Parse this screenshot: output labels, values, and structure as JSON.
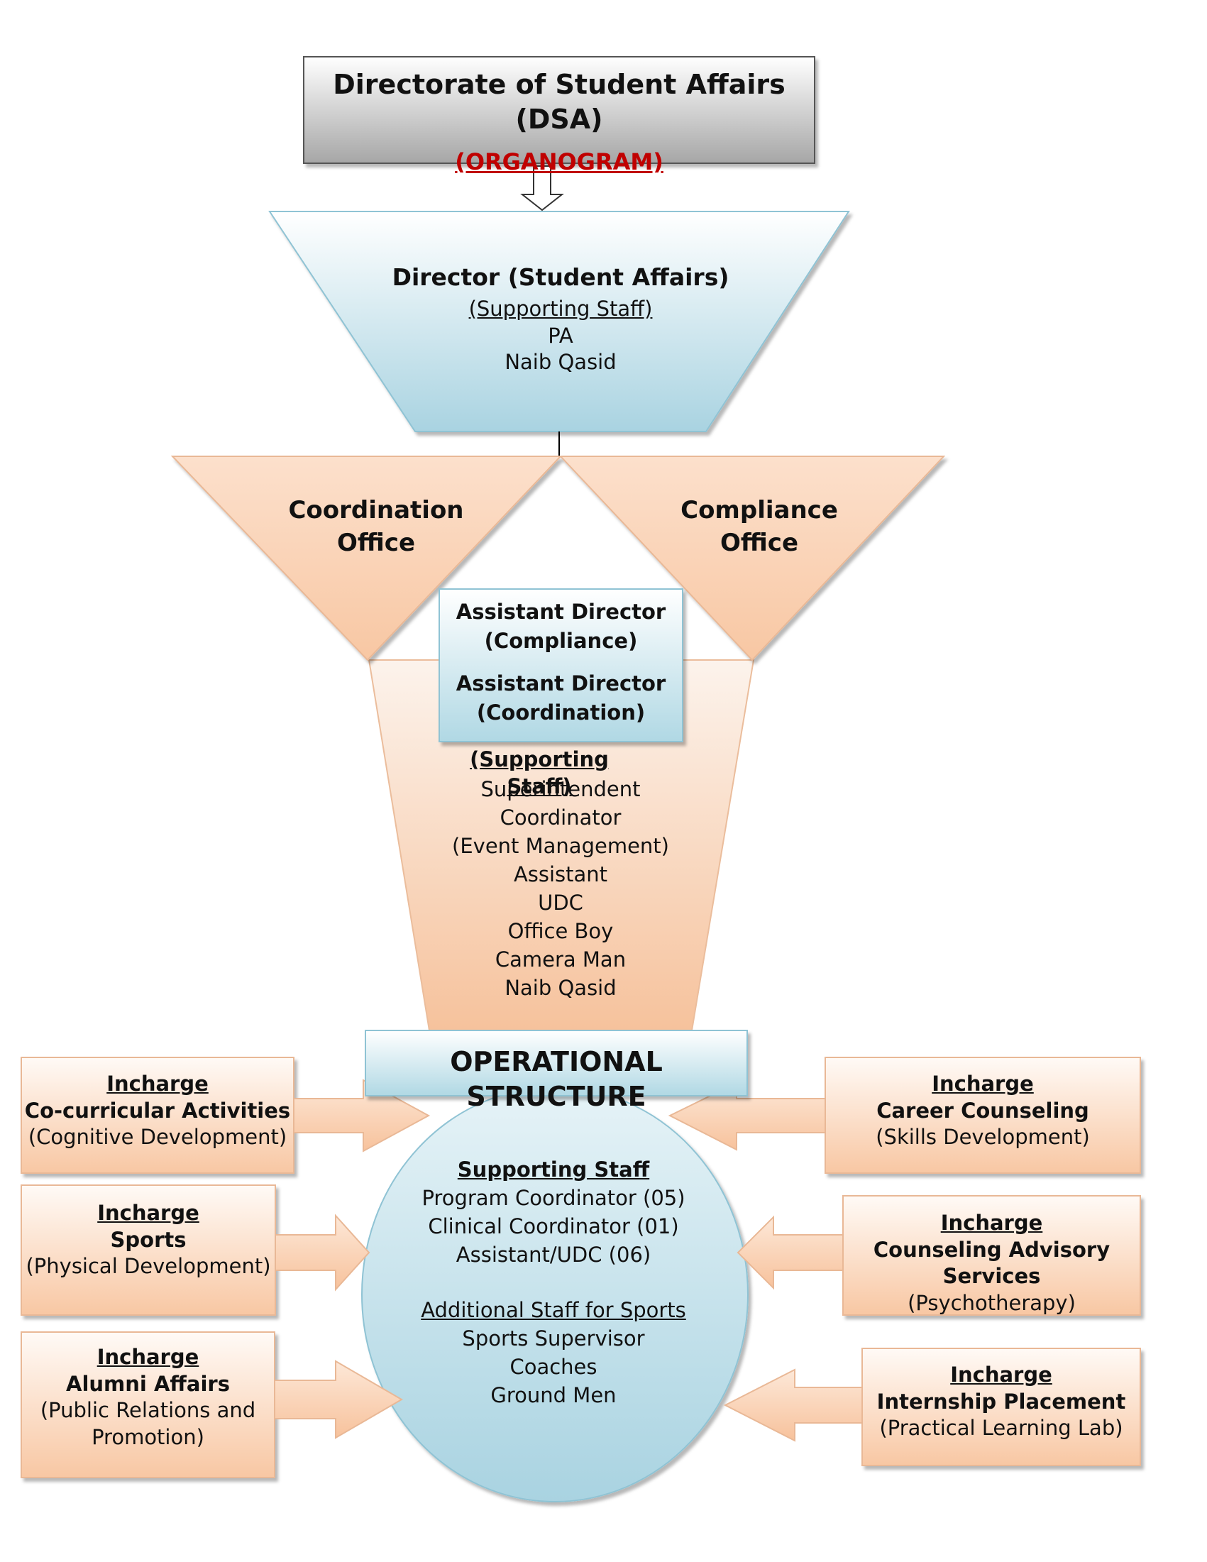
{
  "header": {
    "title": "Directorate of Student Affairs (DSA)",
    "subtitle": "(ORGANOGRAM)"
  },
  "director": {
    "title": "Director (Student Affairs)",
    "staff_heading": "(Supporting Staff)",
    "staff": [
      "PA",
      "Naib Qasid"
    ]
  },
  "coordination_office": {
    "line1": "Coordination",
    "line2": "Office"
  },
  "compliance_office": {
    "line1": "Compliance",
    "line2": "Office"
  },
  "assistant_directors": {
    "ad1_line1": "Assistant Director",
    "ad1_line2": "(Compliance)",
    "ad2_line1": "Assistant Director",
    "ad2_line2": "(Coordination)"
  },
  "office_staff": {
    "heading": "(Supporting Staff)",
    "items": [
      "Superintendent",
      "Coordinator",
      "(Event Management)",
      "Assistant",
      "UDC",
      "Office Boy",
      "Camera Man",
      "Naib Qasid"
    ]
  },
  "operational": {
    "title": "OPERATIONAL STRUCTURE"
  },
  "circle": {
    "heading": "Supporting Staff",
    "items": [
      "Program Coordinator (05)",
      "Clinical Coordinator (01)",
      "Assistant/UDC (06)"
    ],
    "sports_heading": "Additional Staff for Sports",
    "sports_items": [
      "Sports Supervisor",
      "Coaches",
      "Ground Men"
    ]
  },
  "incharges": {
    "cocurricular": {
      "heading": "Incharge",
      "name": "Co-curricular Activities",
      "desc": "(Cognitive Development)"
    },
    "sports": {
      "heading": "Incharge",
      "name": "Sports",
      "desc": "(Physical Development)"
    },
    "alumni": {
      "heading": "Incharge",
      "name": "Alumni Affairs",
      "desc1": "(Public Relations and",
      "desc2": "Promotion)"
    },
    "career": {
      "heading": "Incharge",
      "name": "Career Counseling",
      "desc": "(Skills Development)"
    },
    "counseling": {
      "heading": "Incharge",
      "name": "Counseling Advisory Services",
      "desc": "(Psychotherapy)"
    },
    "internship": {
      "heading": "Incharge",
      "name": "Internship Placement",
      "desc": "(Practical Learning Lab)"
    }
  },
  "colors": {
    "title_box": "#b8b8b8",
    "peach": "#f9c9a6",
    "peach_stroke": "#e9b896",
    "blue": "#abd5e2",
    "blue_stroke": "#8fc3d4",
    "subtitle_red": "#c00000"
  }
}
